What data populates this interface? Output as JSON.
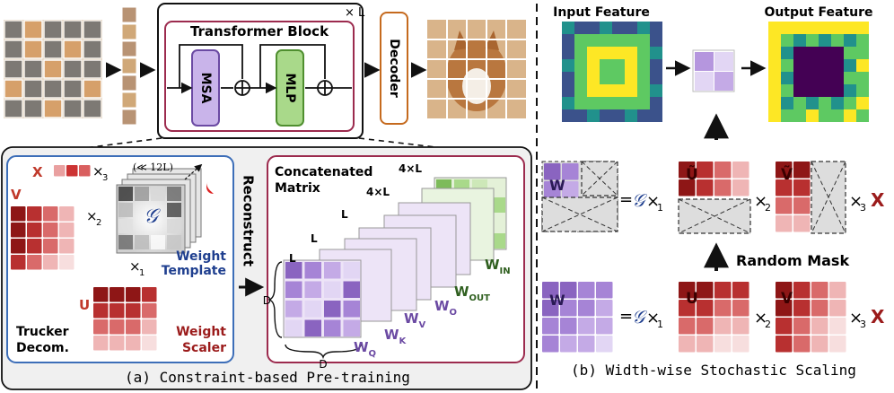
{
  "top": {
    "block_repeat": "× L",
    "transformer_title": "Transformer Block",
    "msa": "MSA",
    "mlp": "MLP",
    "decoder": "Decoder"
  },
  "panel_a": {
    "caption": "(a)  Constraint-based Pre-training",
    "x_label": "X",
    "v_label": "V",
    "u_label": "U",
    "times3": "×",
    "times3_sub": "3",
    "times2": "×",
    "times2_sub": "2",
    "times1": "×",
    "times1_sub": "1",
    "core_symbol": "𝒢",
    "count_label": "(≪ 12L)",
    "weight_template": [
      "Weight",
      "Template"
    ],
    "trucker": [
      "Trucker",
      "Decom."
    ],
    "weight_scaler": [
      "Weight",
      "Scaler"
    ],
    "reconstruct": "Reconstruct",
    "concat_title": [
      "Concatenated",
      "Matrix"
    ],
    "stack_l1": "4×L",
    "stack_l2": "4×L",
    "stack_l3": "L",
    "stack_l4": "L",
    "stack_l5": "L",
    "dim_d1": "D",
    "dim_d2": "D",
    "matrices": [
      {
        "base": "W",
        "sub": "Q"
      },
      {
        "base": "W",
        "sub": "K"
      },
      {
        "base": "W",
        "sub": "V"
      },
      {
        "base": "W",
        "sub": "O"
      },
      {
        "base": "W",
        "sub": "OUT"
      },
      {
        "base": "W",
        "sub": "IN"
      }
    ]
  },
  "panel_b": {
    "caption": "(b)  Width-wise Stochastic Scaling",
    "input_feature": "Input Feature",
    "output_feature": "Output Feature",
    "random_mask": "Random Mask",
    "w_label": "W",
    "u_tilde": "Ũ",
    "v_tilde": "Ṽ",
    "u_label": "U",
    "v_label": "V",
    "eq": "=",
    "core": "𝒢",
    "x1": "×",
    "x1_sub": "1",
    "x2": "×",
    "x2_sub": "2",
    "x3": "×",
    "x3_sub": "3",
    "x_mark": "X"
  },
  "colors": {
    "red_dark": "#9b1b1b",
    "red_mid": "#d05a5a",
    "red_light": "#f2c6c6",
    "purple_dark": "#8a64c0",
    "purple_mid": "#b596de",
    "purple_light": "#e6dcf5",
    "green": "#7dbb5a",
    "green_light": "#e4f1d8",
    "blue_text": "#1f3f8f",
    "panel_a_border": "#3d6eb8",
    "panel_c_border": "#9c2b4e",
    "decoder": "#c56a1e"
  }
}
